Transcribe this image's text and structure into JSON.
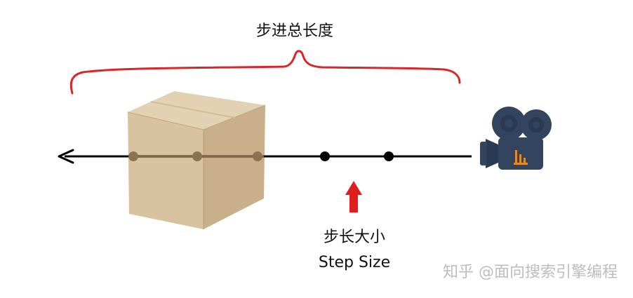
{
  "diagram": {
    "total_step_label": "步进总长度",
    "step_size_label_cn": "步长大小",
    "step_size_label_en": "Step Size",
    "watermark": "知乎 @面向搜索引擎编程",
    "sample_points": 5,
    "points_inside_box": 3,
    "colors": {
      "brace": "#d9262b",
      "ray": "#000000",
      "arrow_up": "#e01e1e",
      "box_face_front": "#d8c3a0",
      "box_face_side": "#c9b08a",
      "box_face_top": "#e3d1b3",
      "point_inside": "#8b7350",
      "point_outside": "#000000",
      "camera_body": "#33445e",
      "camera_accent": "#e38a2a",
      "watermark": "#bdbdbd"
    },
    "icons": {
      "camera": "movie-camera-icon",
      "box": "cardboard-box-icon",
      "arrow": "up-arrow-icon"
    }
  }
}
